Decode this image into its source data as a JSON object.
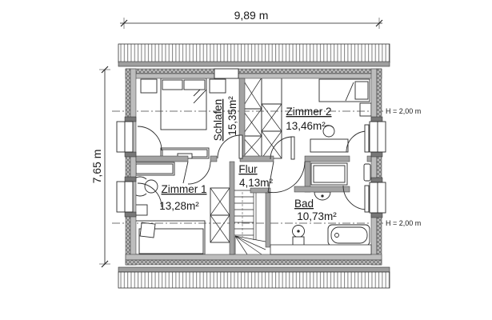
{
  "dimensions": {
    "width": "9,89 m",
    "depth": "7,65 m"
  },
  "height_markers": {
    "upper": "H = 2,00 m",
    "lower": "H = 2,00 m"
  },
  "rooms": {
    "schlafen": {
      "name": "Schlafen",
      "area": "15,35m²"
    },
    "zimmer2": {
      "name": "Zimmer 2",
      "area": "13,46m²"
    },
    "flur": {
      "name": "Flur",
      "area": "4,13m²"
    },
    "zimmer1": {
      "name": "Zimmer 1",
      "area": "13,28m²"
    },
    "bad": {
      "name": "Bad",
      "area": "10,73m²"
    }
  },
  "colors": {
    "line": "#1c1c1c",
    "interior_wall": "#a3a3a3",
    "exterior_wall_core": "#bdbdbd",
    "hatch": "#6e6e6e",
    "background": "#ffffff"
  }
}
